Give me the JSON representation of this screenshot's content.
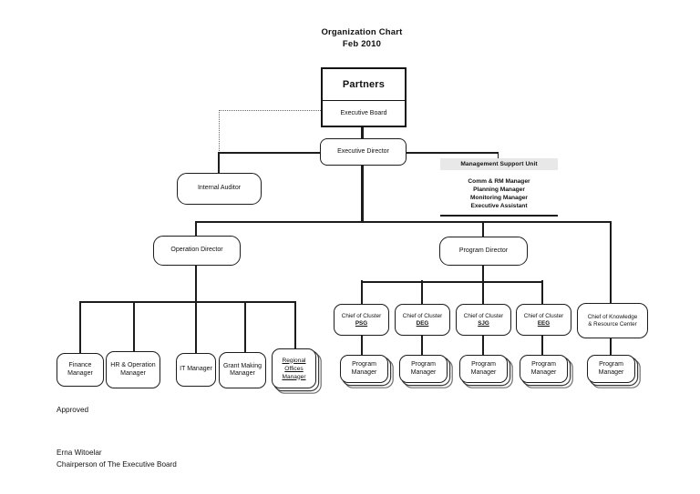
{
  "title": {
    "line1": "Organization Chart",
    "line2": "Feb 2010"
  },
  "colors": {
    "line": "#1c1c1c",
    "msu_header_bg": "#e8e8e8"
  },
  "chart": {
    "partners": {
      "title": "Partners",
      "subtitle": "Executive Board"
    },
    "executive_director": "Executive Director",
    "internal_auditor": "Internal Auditor",
    "msu": {
      "header": "Management Support Unit",
      "members": [
        "Comm & RM Manager",
        "Planning Manager",
        "Monitoring Manager",
        "Executive Assistant"
      ]
    },
    "operation_director": "Operation Director",
    "program_director": "Program Director",
    "operation_children": [
      "Finance Manager",
      "HR & Operation Manager",
      "IT Manager",
      "Grant Making Manager",
      "Regional Offices Manager"
    ],
    "clusters": [
      {
        "label": "Chief of Cluster",
        "code": "PSG"
      },
      {
        "label": "Chief of Cluster",
        "code": "DEG"
      },
      {
        "label": "Chief of Cluster",
        "code": "SJG"
      },
      {
        "label": "Chief of Cluster",
        "code": "EEG"
      }
    ],
    "knowledge_center": {
      "line1": "Chief of Knowledge",
      "line2": "& Resource Center"
    },
    "program_manager_label": "Program Manager"
  },
  "footer": {
    "approved": "Approved",
    "name": "Erna Witoelar",
    "role": "Chairperson of The Executive Board"
  }
}
